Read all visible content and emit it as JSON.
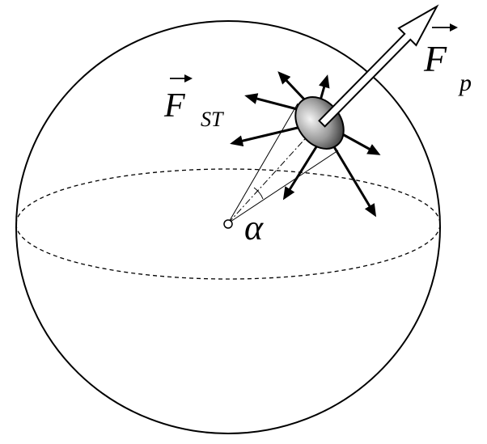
{
  "labels": {
    "surface_tension_force": "F",
    "surface_tension_subscript": "ST",
    "pressure_force": "F",
    "pressure_subscript": "p",
    "angle": "α"
  },
  "colors": {
    "stroke": "#000000",
    "background": "#ffffff",
    "cap_gradient_light": "#f2f2f2",
    "cap_gradient_dark": "#2a2a2a"
  }
}
